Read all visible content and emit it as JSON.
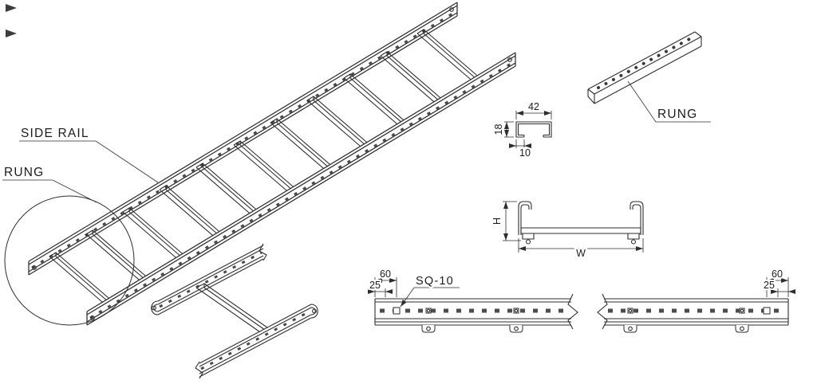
{
  "callouts": {
    "side_rail": "SIDE RAIL",
    "rung": "RUNG",
    "rung_part": "RUNG",
    "sq10": "SQ-10"
  },
  "dimensions": {
    "rung_width": "42",
    "rung_height": "18",
    "rung_lip": "10",
    "section_height": "H",
    "section_width": "W",
    "end_offset": "60",
    "first_hole_offset": "25"
  },
  "colors": {
    "line": "#2e2e2e",
    "text": "#1c1c1c",
    "background": "#ffffff"
  }
}
